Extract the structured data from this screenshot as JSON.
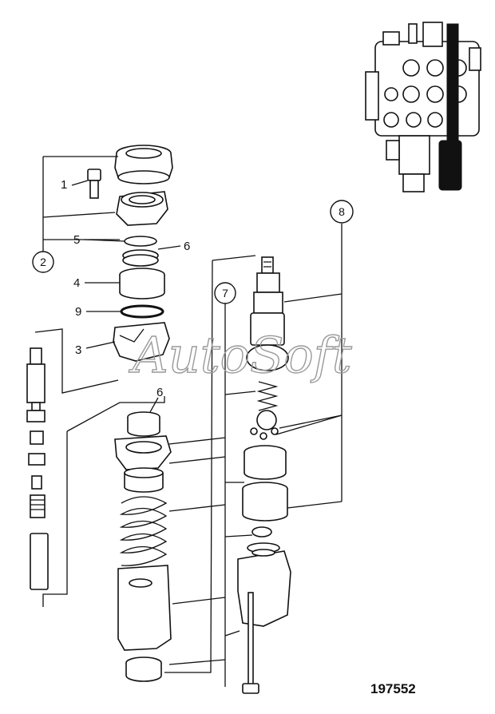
{
  "diagram": {
    "callouts": [
      {
        "id": "c1",
        "label": "1"
      },
      {
        "id": "c5",
        "label": "5"
      },
      {
        "id": "c6a",
        "label": "6"
      },
      {
        "id": "c4",
        "label": "4"
      },
      {
        "id": "c9",
        "label": "9"
      },
      {
        "id": "c3",
        "label": "3"
      },
      {
        "id": "c6b",
        "label": "6"
      }
    ],
    "circled_callouts": [
      {
        "id": "g2",
        "label": "2"
      },
      {
        "id": "g7",
        "label": "7"
      },
      {
        "id": "g8",
        "label": "8"
      }
    ],
    "reference_number": "197552",
    "watermark": "AutoSoft"
  }
}
